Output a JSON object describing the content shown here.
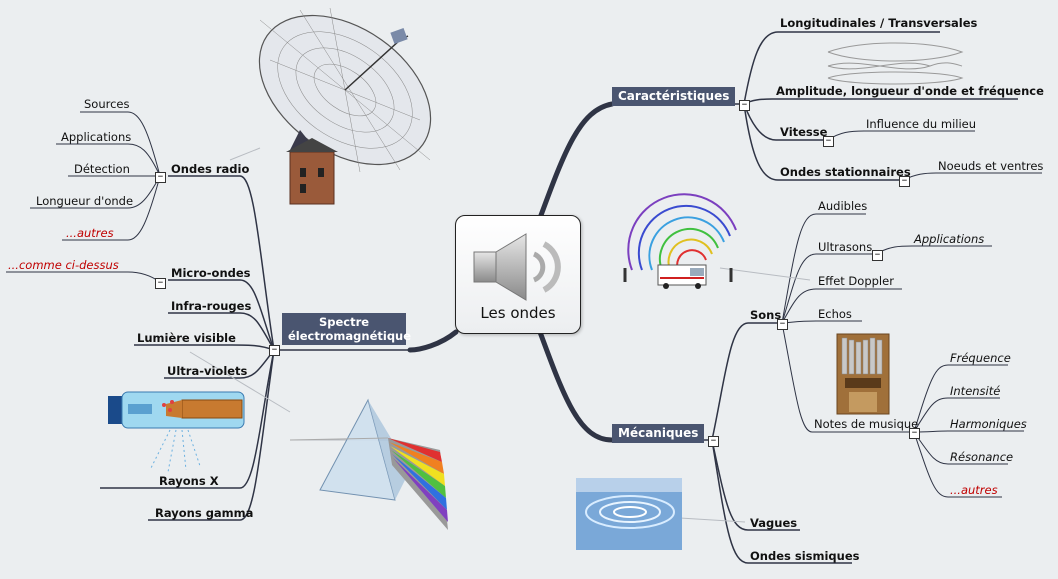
{
  "center": {
    "title": "Les ondes",
    "icon": "speaker-icon"
  },
  "branches": {
    "caracteristiques": "Caractéristiques",
    "spectre": "Spectre\nélectromagnétique",
    "mecaniques": "Mécaniques"
  },
  "caracteristiques": {
    "longitudinales": "Longitudinales / Transversales",
    "amplitude": "Amplitude, longueur d'onde et fréquence",
    "vitesse": "Vitesse",
    "influence": "Influence du milieu",
    "stationnaires": "Ondes stationnaires",
    "noeuds": "Noeuds et ventres"
  },
  "spectre": {
    "ondes_radio": "Ondes radio",
    "radio_children": [
      "Sources",
      "Applications",
      "Détection",
      "Longueur d'onde",
      "...autres"
    ],
    "micro_ondes": "Micro-ondes",
    "comme": "...comme ci-dessus",
    "infra_rouges": "Infra-rouges",
    "lumiere": "Lumière visible",
    "ultra_violets": "Ultra-violets",
    "rayons_x": "Rayons X",
    "rayons_gamma": "Rayons gamma"
  },
  "mecaniques": {
    "sons": "Sons",
    "audibles": "Audibles",
    "ultrasons": "Ultrasons",
    "applications": "Applications",
    "doppler": "Effet Doppler",
    "echos": "Echos",
    "notes": "Notes de musique",
    "notes_children": [
      "Fréquence",
      "Intensité",
      "Harmoniques",
      "Résonance",
      "...autres"
    ],
    "vagues": "Vagues",
    "sismiques": "Ondes sismiques"
  },
  "colors": {
    "branch": "#4a5570",
    "line": "#2f3445",
    "red": "#c00000"
  }
}
